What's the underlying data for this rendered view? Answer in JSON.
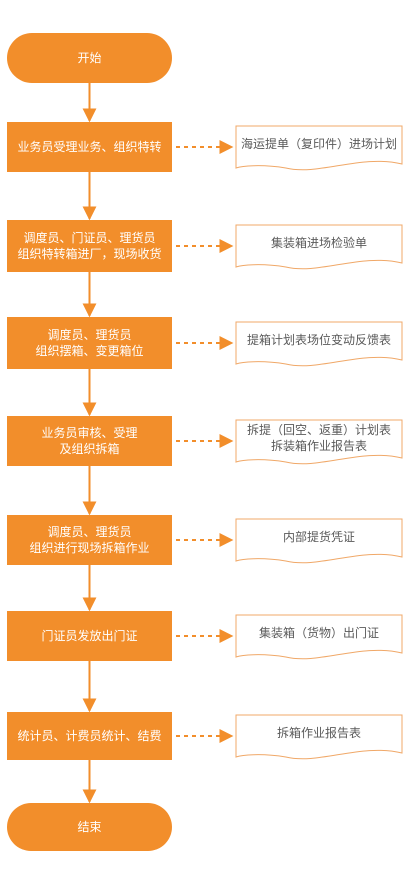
{
  "flow": {
    "start": "开始",
    "end": "结束",
    "steps": [
      {
        "lines": [
          "业务员受理业务、组织特转"
        ],
        "doc": [
          "海运提单（复印件）进场计划"
        ]
      },
      {
        "lines": [
          "调度员、门证员、理货员",
          "组织特转箱进厂，现场收货"
        ],
        "doc": [
          "集装箱进场检验单"
        ]
      },
      {
        "lines": [
          "调度员、理货员",
          "组织摆箱、变更箱位"
        ],
        "doc": [
          "提箱计划表场位变动反馈表"
        ]
      },
      {
        "lines": [
          "业务员审核、受理",
          "及组织拆箱"
        ],
        "doc": [
          "拆提（回空、返重）计划表",
          "拆装箱作业报告表"
        ]
      },
      {
        "lines": [
          "调度员、理货员",
          "组织进行现场拆箱作业"
        ],
        "doc": [
          "内部提货凭证"
        ]
      },
      {
        "lines": [
          "门证员发放出门证"
        ],
        "doc": [
          "集装箱（货物）出门证"
        ]
      },
      {
        "lines": [
          "统计员、计费员统计、结费"
        ],
        "doc": [
          "拆箱作业报告表"
        ]
      }
    ]
  },
  "colors": {
    "fill": "#f28e2b",
    "stroke": "#f28e2b",
    "doc_border": "#f0a868",
    "doc_text": "#5a5a5a",
    "node_text": "#ffffff"
  }
}
